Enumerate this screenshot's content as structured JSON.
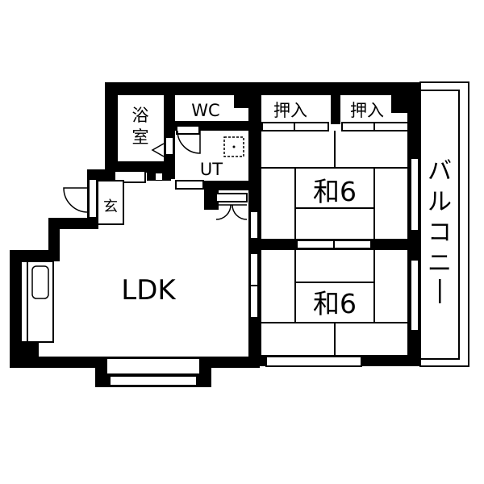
{
  "floor_plan": {
    "layout": "2LDK",
    "colors": {
      "wall": "#000000",
      "background": "#ffffff"
    },
    "rooms": {
      "bath": {
        "label_line1": "浴",
        "label_line2": "室"
      },
      "wc": {
        "label": "WC"
      },
      "utility": {
        "label": "UT"
      },
      "closet_1": {
        "label": "押入"
      },
      "closet_2": {
        "label": "押入"
      },
      "washitsu_upper": {
        "label": "和6"
      },
      "washitsu_lower": {
        "label": "和6"
      },
      "balcony": {
        "label_chars": [
          "バ",
          "ル",
          "コ",
          "ニ",
          "ー"
        ]
      },
      "entrance": {
        "label": "玄"
      },
      "ldk": {
        "label": "LDK"
      }
    }
  }
}
